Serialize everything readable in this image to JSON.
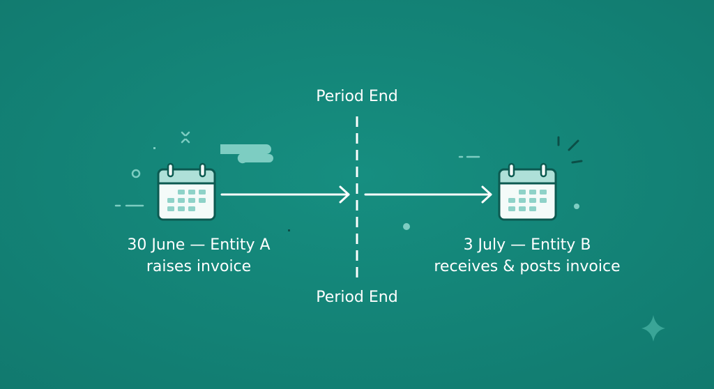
{
  "diagram": {
    "period_end_top": "Period End",
    "period_end_bottom": "Period End",
    "left_event": {
      "line1": "30 June — Entity A",
      "line2": "raises invoice",
      "icon": "calendar-icon"
    },
    "right_event": {
      "line1": "3 July — Entity B",
      "line2": "receives & posts invoice",
      "icon": "calendar-icon"
    }
  },
  "colors": {
    "background": "#15897c",
    "accent": "#7dcdc2",
    "line": "#ffffff"
  }
}
